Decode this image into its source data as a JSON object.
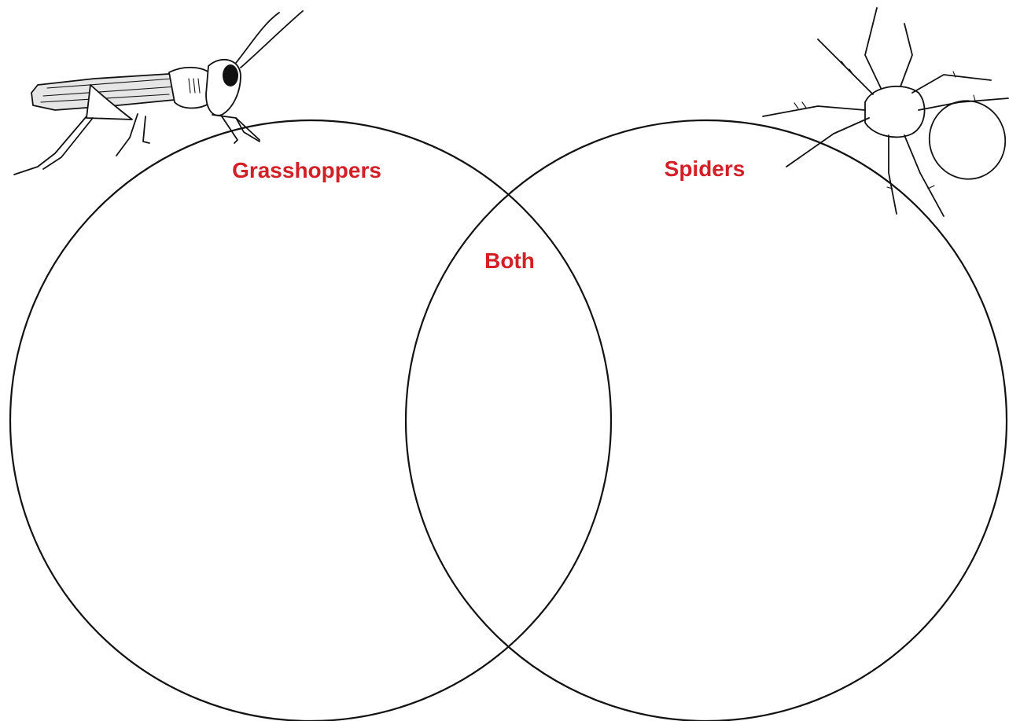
{
  "diagram": {
    "type": "venn",
    "sets": [
      {
        "label": "Grasshoppers",
        "illustration": "grasshopper-illustration"
      },
      {
        "label": "Spiders",
        "illustration": "spider-illustration"
      }
    ],
    "overlap_label": "Both"
  },
  "colors": {
    "label": "#d32027",
    "outline": "#111111",
    "background": "#ffffff"
  }
}
